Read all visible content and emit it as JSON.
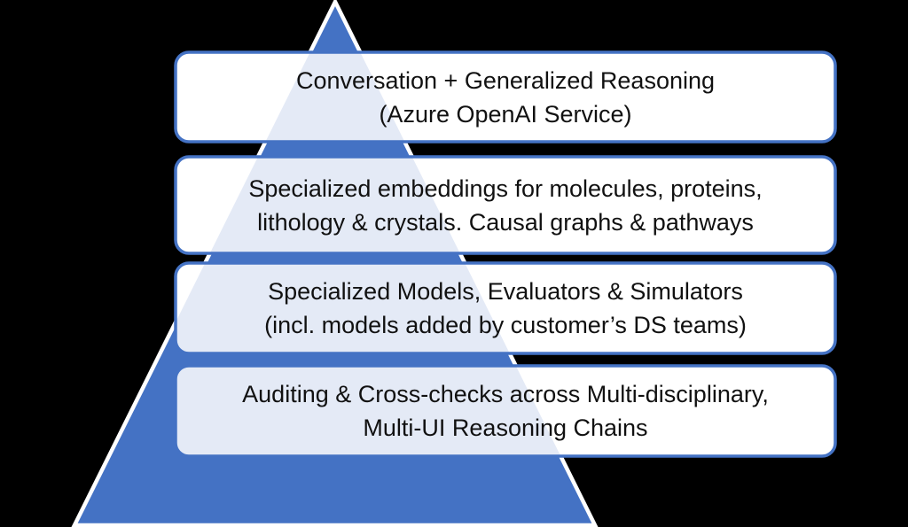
{
  "diagram": {
    "type": "pyramid-stack",
    "background_color": "#000000",
    "pyramid_fill_color": "#4472C4",
    "pyramid_outline_color": "#FFFFFF",
    "pyramid_tint_through_boxes": "#E4EAF6",
    "box_fill_color": "#FFFFFF",
    "box_border_color": "#4472C4",
    "text_color": "#111111",
    "levels": [
      {
        "id": "level-1",
        "lines": [
          "Conversation + Generalized Reasoning",
          "(Azure OpenAI Service)"
        ]
      },
      {
        "id": "level-2",
        "lines": [
          "Specialized embeddings for molecules, proteins,",
          "lithology & crystals. Causal graphs & pathways"
        ]
      },
      {
        "id": "level-3",
        "lines": [
          "Specialized Models, Evaluators & Simulators",
          "(incl. models added by customer’s DS teams)"
        ]
      },
      {
        "id": "level-4",
        "lines": [
          "Auditing & Cross-checks across Multi-disciplinary,",
          "Multi-UI Reasoning Chains"
        ]
      }
    ]
  }
}
